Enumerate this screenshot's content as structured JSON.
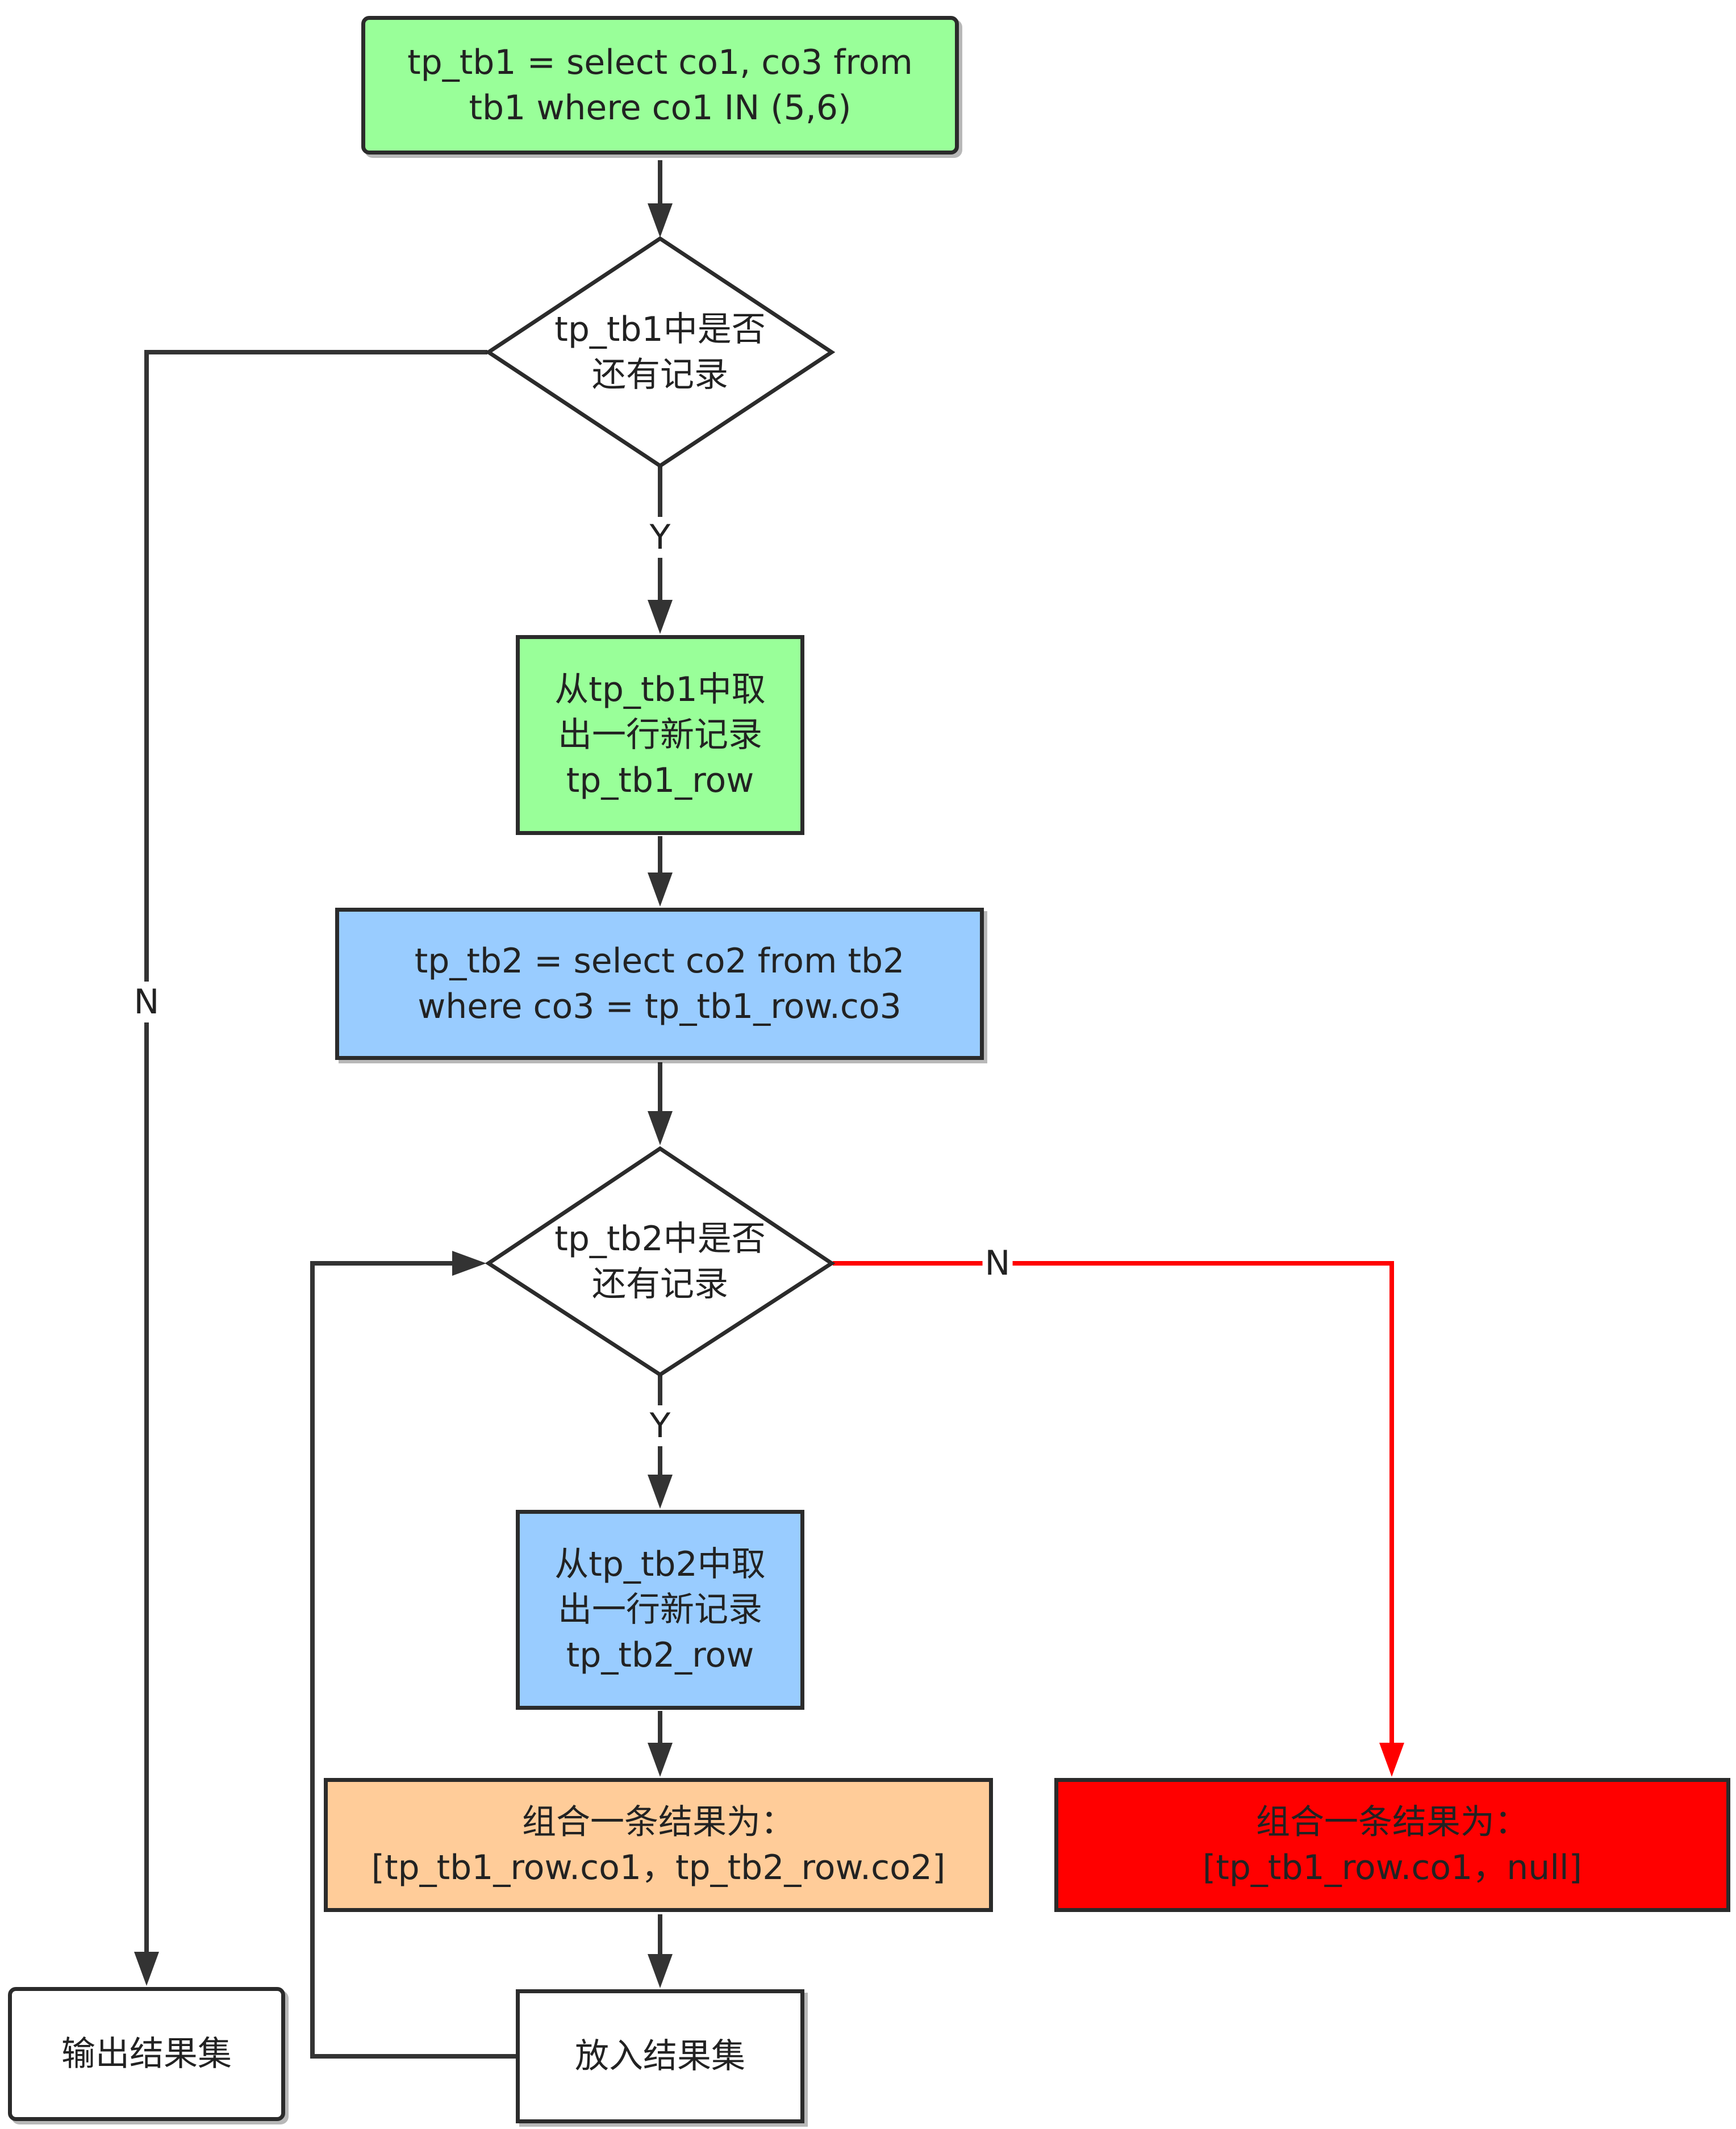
{
  "colors": {
    "green_fill": "#99ff99",
    "blue_fill": "#99ccff",
    "orange_fill": "#ffcc99",
    "red_fill": "#ff0000",
    "red_edge": "#ff0000",
    "edge": "#333333",
    "border": "#2b2b2b"
  },
  "nodes": {
    "start": {
      "lines": [
        "tp_tb1 = select co1, co3 from",
        "tb1 where co1 IN (5,6)"
      ]
    },
    "check_tb1": {
      "lines": [
        "tp_tb1中是否",
        "还有记录"
      ]
    },
    "fetch_tb1": {
      "lines": [
        "从tp_tb1中取",
        "出一行新记录",
        "tp_tb1_row"
      ]
    },
    "query_tb2": {
      "lines": [
        "tp_tb2 = select co2 from tb2",
        "where co3 = tp_tb1_row.co3"
      ]
    },
    "check_tb2": {
      "lines": [
        "tp_tb2中是否",
        "还有记录"
      ]
    },
    "fetch_tb2": {
      "lines": [
        "从tp_tb2中取",
        "出一行新记录",
        "tp_tb2_row"
      ]
    },
    "combine_match": {
      "lines": [
        "组合一条结果为：",
        "[tp_tb1_row.co1，tp_tb2_row.co2]"
      ]
    },
    "combine_null": {
      "lines": [
        "组合一条结果为：",
        "[tp_tb1_row.co1，null]"
      ]
    },
    "output": {
      "lines": [
        "输出结果集"
      ]
    },
    "put_result": {
      "lines": [
        "放入结果集"
      ]
    }
  },
  "edge_labels": {
    "tb1_yes": "Y",
    "tb1_no": "N",
    "tb2_yes": "Y",
    "tb2_no": "N"
  }
}
